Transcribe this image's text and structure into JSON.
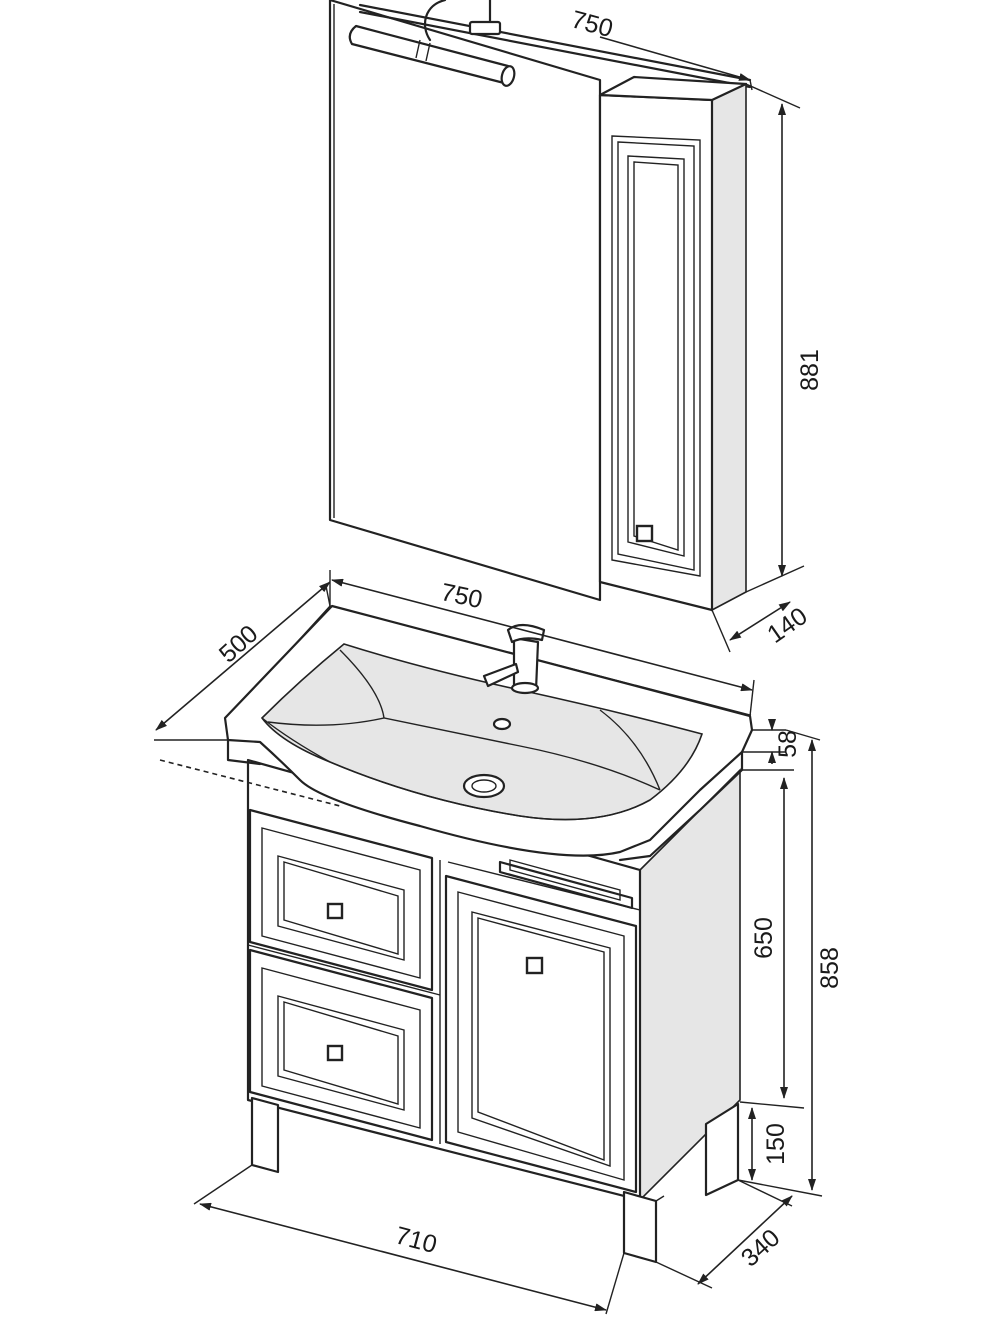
{
  "dimensions": {
    "mirror_width": "750",
    "mirror_height": "881",
    "cabinet_depth": "140",
    "basin_width": "750",
    "basin_depth": "500",
    "basin_thickness": "58",
    "body_height": "650",
    "total_height": "858",
    "leg_height": "150",
    "body_width": "710",
    "body_depth": "340"
  }
}
